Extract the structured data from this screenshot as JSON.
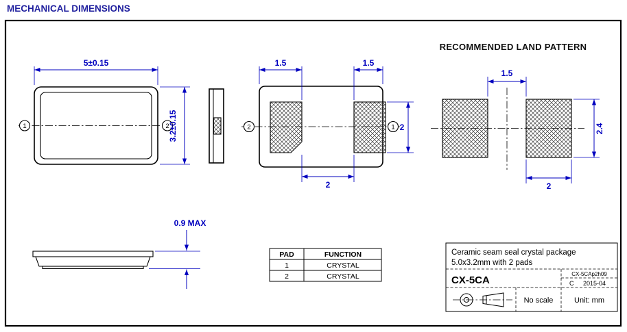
{
  "page": {
    "title": "MECHANICAL DIMENSIONS"
  },
  "colors": {
    "dimension_blue": "#0000bf",
    "line_black": "#000000",
    "title_blue": "#1f1f9e"
  },
  "callouts": {
    "pad1": "1",
    "pad2": "2"
  },
  "top_view": {
    "width_dim": "5±0.15",
    "height_dim": "3.2±0.15"
  },
  "bottom_view": {
    "left_pad_width_dim": "1.5",
    "right_pad_width_dim": "1.5",
    "pad_length_dim": "2",
    "pad_gap_dim": "2"
  },
  "profile_view": {
    "thickness_dim": "0.9 MAX"
  },
  "land_pattern": {
    "heading": "RECOMMENDED LAND PATTERN",
    "gap_dim": "1.5",
    "pad_height_dim": "2.4",
    "pad_width_dim": "2"
  },
  "pad_table": {
    "headers": [
      "PAD",
      "FUNCTION"
    ],
    "rows": [
      [
        "1",
        "CRYSTAL"
      ],
      [
        "2",
        "CRYSTAL"
      ]
    ]
  },
  "title_block": {
    "description_line1": "Ceramic seam seal crystal package",
    "description_line2": "5.0x3.2mm with 2 pads",
    "part_number": "CX-5CA",
    "doc_code": "CX-5CAp2h09",
    "revision": "C",
    "date": "2015-04",
    "scale_note": "No scale",
    "unit_note": "Unit: mm"
  }
}
